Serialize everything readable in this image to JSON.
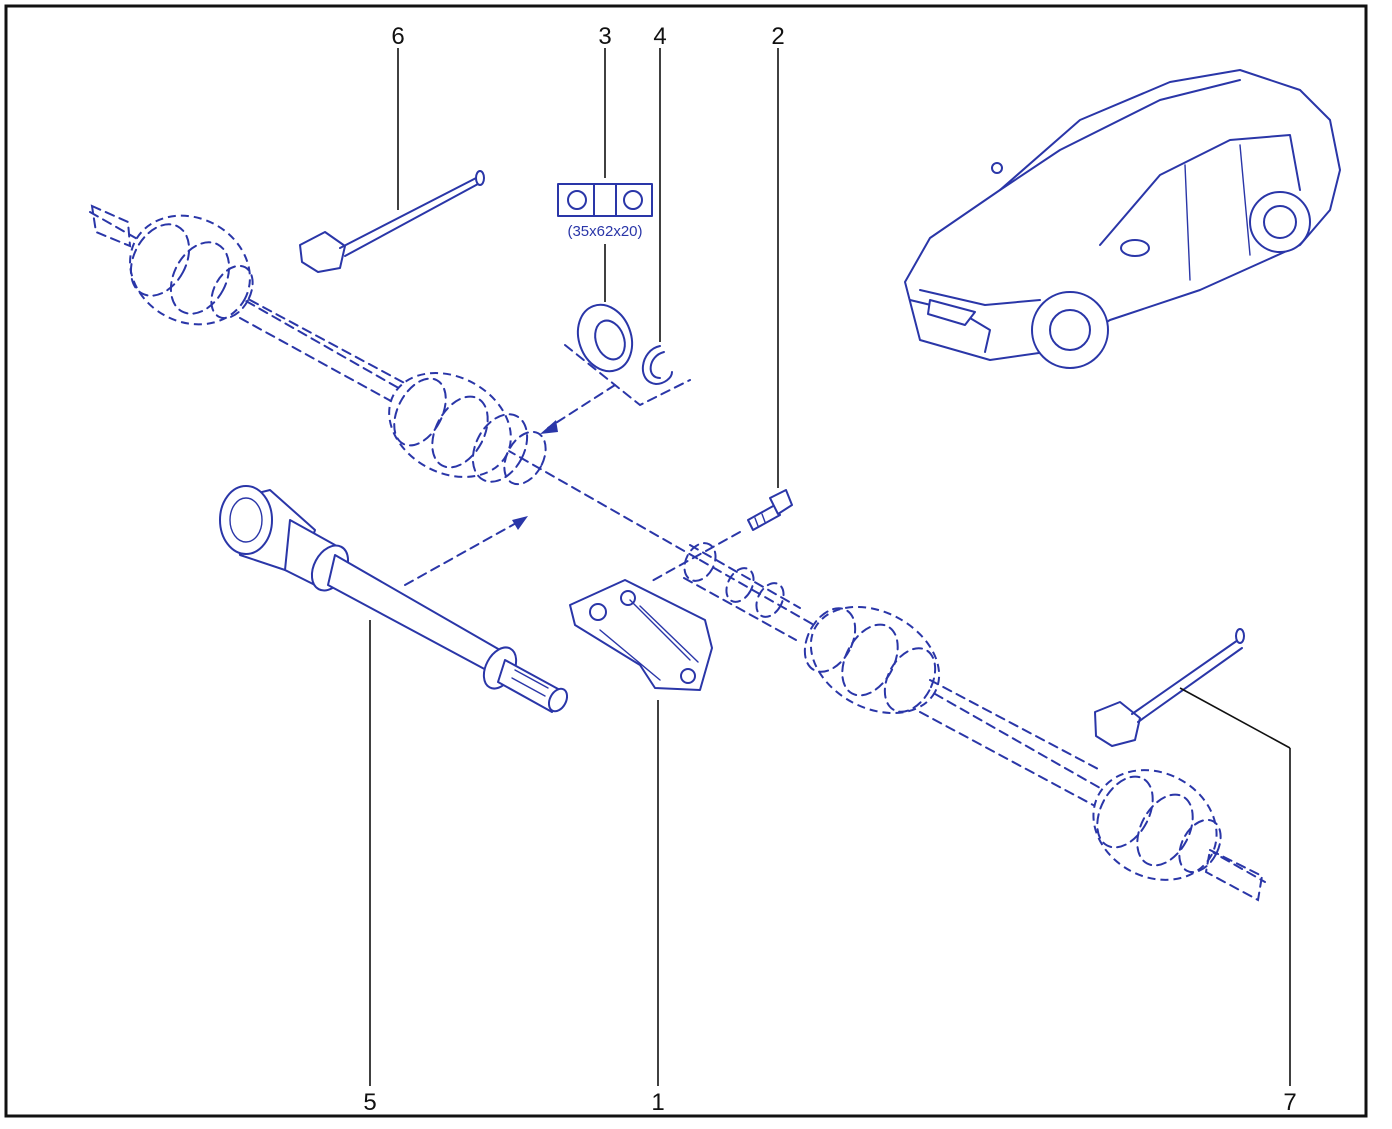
{
  "diagram": {
    "callouts": [
      {
        "id": "1",
        "label": "1"
      },
      {
        "id": "2",
        "label": "2"
      },
      {
        "id": "3",
        "label": "3"
      },
      {
        "id": "4",
        "label": "4"
      },
      {
        "id": "5",
        "label": "5"
      },
      {
        "id": "6",
        "label": "6"
      },
      {
        "id": "7",
        "label": "7"
      }
    ],
    "bearing_spec": "(35x62x20)",
    "colors": {
      "line_art": "#2a36a8",
      "callout_text": "#111111",
      "frame": "#111111",
      "background": "#ffffff"
    }
  }
}
